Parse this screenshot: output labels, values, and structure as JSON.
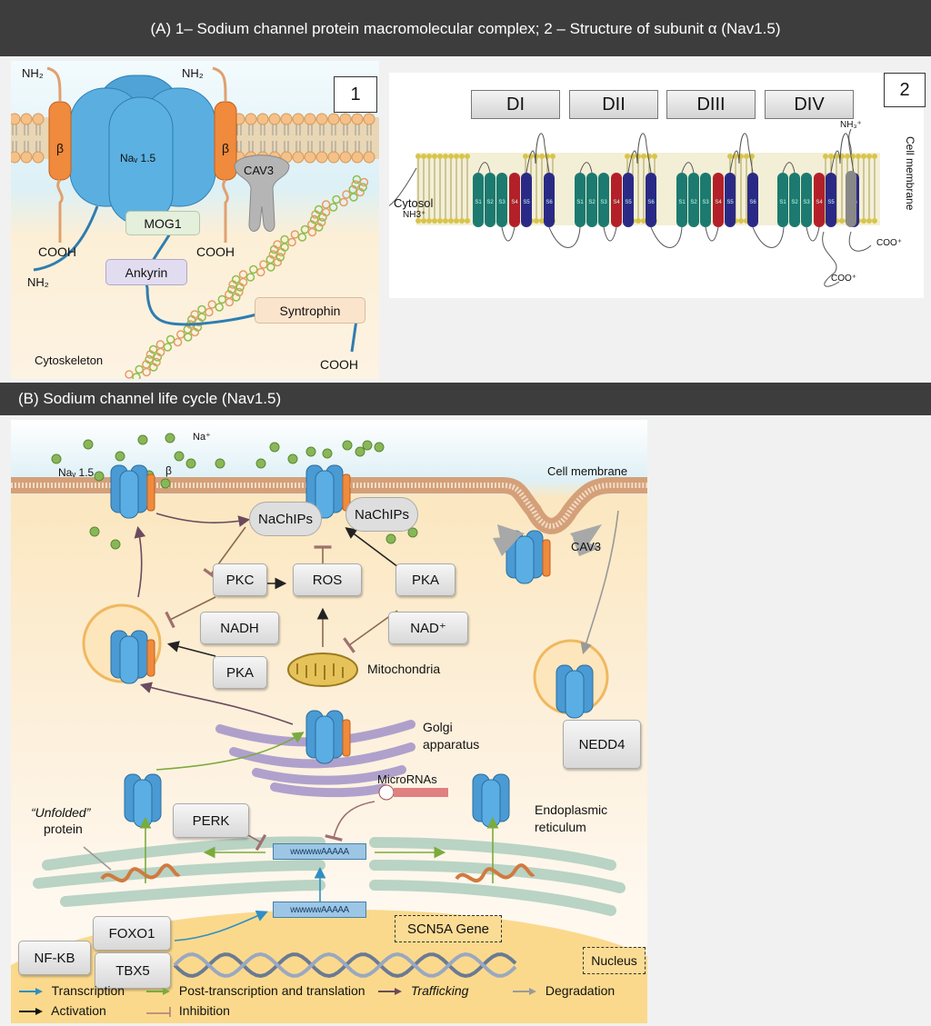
{
  "header_a": "(A) 1– Sodium channel protein macromolecular complex; 2 – Structure of subunit α (Nav1.5)",
  "header_b": "(B) Sodium channel life cycle (Nav1.5)",
  "panel1": {
    "number": "1",
    "labels": {
      "nh2_left": "NH₂",
      "nh2_right": "NH₂",
      "beta_left": "β",
      "beta_right": "β",
      "nav": "Naᵥ 1.5",
      "cav3": "CAV3",
      "mog1": "MOG1",
      "cooh_left": "COOH",
      "cooh_right": "COOH",
      "nh2_bottom": "NH₂",
      "ankyrin": "Ankyrin",
      "syntrophin": "Syntrophin",
      "cytoskeleton": "Cytoskeleton",
      "cooh_bottom": "COOH"
    }
  },
  "panel2": {
    "number": "2",
    "domains": [
      "DI",
      "DII",
      "DIII",
      "DIV"
    ],
    "segments": [
      "S1",
      "S2",
      "S3",
      "S4",
      "S5",
      "S6"
    ],
    "labels": {
      "cytosol": "Cytosol",
      "nh3_left": "NH3⁺",
      "nh3_right": "NH₃⁺",
      "coo_right": "COO⁺",
      "coo_bottom": "COO⁺",
      "cell_membrane": "Cell membrane"
    },
    "colors": {
      "s1_s3": "#1c7a70",
      "s4": "#b3202a",
      "s5_s6": "#2a2a86",
      "beta": "#888888",
      "lipid": "#d8c44a"
    }
  },
  "panel_b": {
    "labels": {
      "na_plus": "Na⁺",
      "nav": "Naᵥ 1.5",
      "beta": "β",
      "cell_membrane": "Cell membrane",
      "nachips_1": "NaChIPs",
      "nachips_2": "NaChIPs",
      "cav3": "CAV3",
      "pkc": "PKC",
      "ros": "ROS",
      "pka_top": "PKA",
      "nadh": "NADH",
      "nad_plus": "NAD⁺",
      "pka_bottom": "PKA",
      "mitochondria": "Mitochondria",
      "golgi_1": "Golgi",
      "golgi_2": "apparatus",
      "nedd4": "NEDD4",
      "micrornas": "MicroRNAs",
      "perk": "PERK",
      "unfolded_1": "“Unfolded”",
      "unfolded_2": "protein",
      "er_1": "Endoplasmic",
      "er_2": "reticulum",
      "mrna_1": "wwwwwAAAAA",
      "mrna_2": "wwwwwAAAAA",
      "foxo1": "FOXO1",
      "nfkb": "NF-KB",
      "tbx5": "TBX5",
      "scn5a": "SCN5A Gene",
      "nucleus": "Nucleus"
    },
    "legend": [
      {
        "label": "Transcription",
        "color": "#2e8fc4",
        "type": "arrow"
      },
      {
        "label": "Post-transcription and translation",
        "color": "#7aab3c",
        "type": "arrow"
      },
      {
        "label": "Trafficking",
        "color": "#6b4a5e",
        "type": "arrow"
      },
      {
        "label": "Degradation",
        "color": "#9a9a9a",
        "type": "arrow"
      },
      {
        "label": "Activation",
        "color": "#111111",
        "type": "arrow"
      },
      {
        "label": "Inhibition",
        "color": "#b07a7a",
        "type": "bar"
      }
    ]
  }
}
